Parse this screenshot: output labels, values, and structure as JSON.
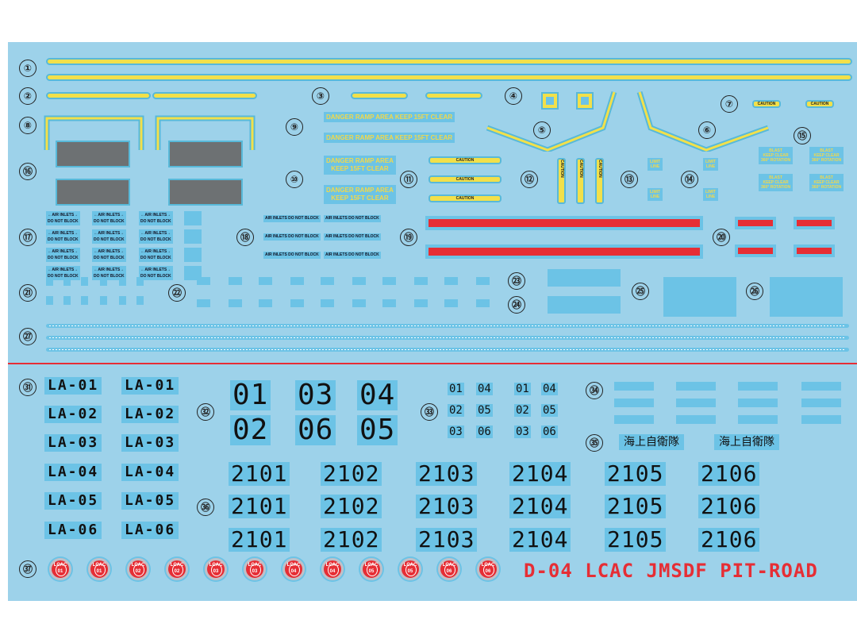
{
  "sheet": {
    "numbers": [
      "①",
      "②",
      "③",
      "④",
      "⑤",
      "⑥",
      "⑦",
      "⑧",
      "⑨",
      "⑩",
      "⑪",
      "⑫",
      "⑬",
      "⑭",
      "⑮",
      "⑯",
      "⑰",
      "⑱",
      "⑲",
      "⑳",
      "㉑",
      "㉒",
      "㉓",
      "㉔",
      "㉕",
      "㉖",
      "㉗",
      "㉛",
      "㉜",
      "㉝",
      "㉞",
      "㉟",
      "㊱",
      "㊲"
    ],
    "colors": {
      "sheet_bg": "#9dd2ea",
      "decal_blue": "#6cc3e6",
      "yellow": "#f2e04a",
      "red": "#e62e35",
      "grey": "#6d7173",
      "divider": "#e62e35"
    }
  },
  "warnings": {
    "danger_long": [
      "DANGER RAMP AREA KEEP 15FT CLEAR",
      "DANGER RAMP AREA KEEP 15FT CLEAR"
    ],
    "danger_short": [
      "DANGER RAMP AREA",
      "KEEP 15FT CLEAR",
      "DANGER RAMP AREA",
      "KEEP 15FT CLEAR"
    ],
    "caution": "CAUTION",
    "limit": [
      "LIMIT",
      "LINE"
    ],
    "blast": [
      "BLAST",
      "KEEP CLEAR",
      "360° ROTATION"
    ],
    "air_inlets": [
      "←AIR INLETS→",
      "DO NOT BLOCK"
    ],
    "air_inlets_one_line": "AIR INLETS DO NOT BLOCK"
  },
  "la_labels": [
    "LA-01",
    "LA-02",
    "LA-03",
    "LA-04",
    "LA-05",
    "LA-06"
  ],
  "big_numbers": [
    "01",
    "03",
    "04",
    "02",
    "06",
    "05"
  ],
  "medium_numbers": [
    "01",
    "04",
    "01",
    "04",
    "02",
    "05",
    "02",
    "05",
    "03",
    "06",
    "03",
    "06"
  ],
  "jmsdf_text": [
    "海上自衛隊",
    "海上自衛隊"
  ],
  "hull_numbers": [
    "2101",
    "2102",
    "2103",
    "2104",
    "2105",
    "2106"
  ],
  "roundels": {
    "label": "LCAC",
    "numbers": [
      "01",
      "01",
      "02",
      "02",
      "03",
      "03",
      "04",
      "04",
      "05",
      "05",
      "06",
      "06"
    ]
  },
  "product_title": "D-04 LCAC JMSDF PIT-ROAD"
}
